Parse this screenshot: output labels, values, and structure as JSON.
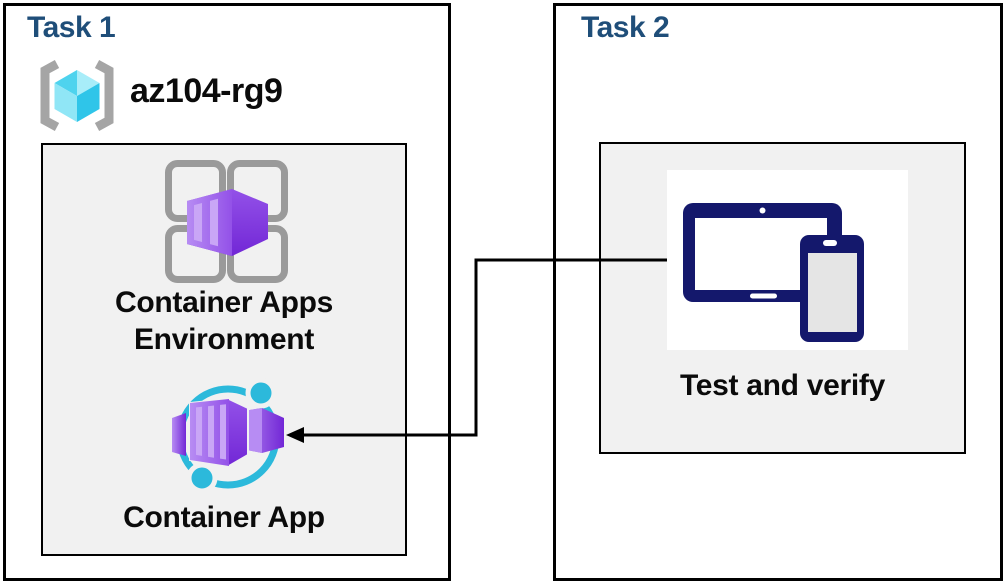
{
  "task1": {
    "title": "Task 1",
    "resource_group": {
      "name": "az104-rg9",
      "icon": "azure-resource-group-icon"
    },
    "items": [
      {
        "label": "Container Apps Environment",
        "icon": "container-apps-environment-icon"
      },
      {
        "label": "Container App",
        "icon": "container-app-icon"
      }
    ]
  },
  "task2": {
    "title": "Task 2",
    "items": [
      {
        "label": "Test and verify",
        "icon": "tablet-phone-devices-icon"
      }
    ]
  },
  "connector": {
    "from": "tablet-phone-devices-icon",
    "to": "container-app-icon",
    "style": "elbow-arrow"
  },
  "colors": {
    "canvas-bg": "#FFFFFF",
    "box-border": "#000000",
    "panel-bg": "#F1F1F1",
    "task-title": "#1F4E79",
    "label-text": "#0B0B0B",
    "arrow": "#000000",
    "device-navy": "#14186C",
    "phone-screen": "#E5E5E5",
    "cyan-accent": "#2CB9DB",
    "grid-gray": "#9A9A9A",
    "bracket-gray": "#A5A5A5",
    "purple-light": "#B78CF3",
    "purple-mid": "#9351E8",
    "purple-dark": "#7227D6",
    "purple-stripe": "#C9A6F6",
    "cube-cyan-top-left": "#4ED3EE",
    "cube-cyan-top-right": "#A8EDF9",
    "cube-cyan-left": "#90E6F6",
    "cube-cyan-right": "#2FC5E9"
  }
}
